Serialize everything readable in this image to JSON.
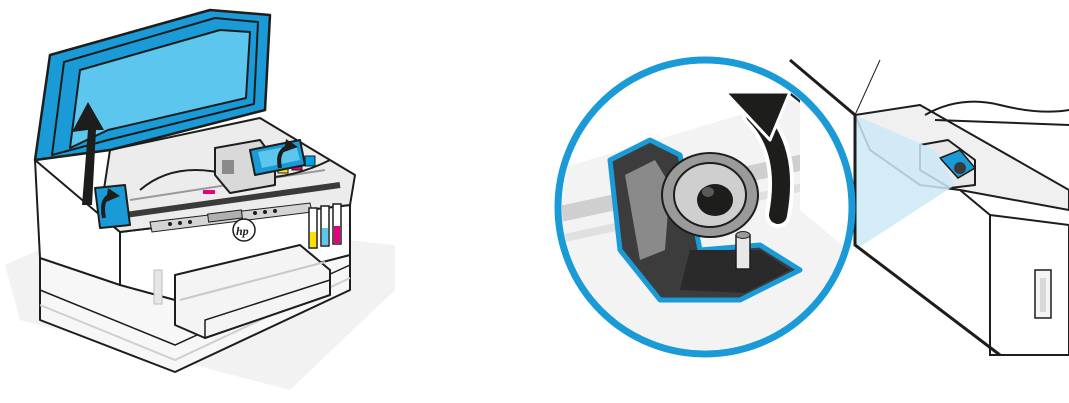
{
  "illustration": {
    "left_panel": {
      "subject": "printer-with-scanner-lid-open",
      "brand_logo": "hp"
    },
    "right_panel": {
      "subject": "ink-tank-cap-zoom",
      "callout_shape": "circle"
    },
    "colors": {
      "accent_blue": "#1a9ad6",
      "light_blue": "#5cc6ef",
      "dark_outline": "#1d1d1b",
      "cap_gray": "#8a8a8a",
      "magenta": "#e5007e",
      "yellow": "#ffe000",
      "cyan": "#00a0e3"
    },
    "icons": [
      "up-arrow-icon",
      "curved-lift-arrow-icon",
      "hp-logo-icon"
    ]
  }
}
